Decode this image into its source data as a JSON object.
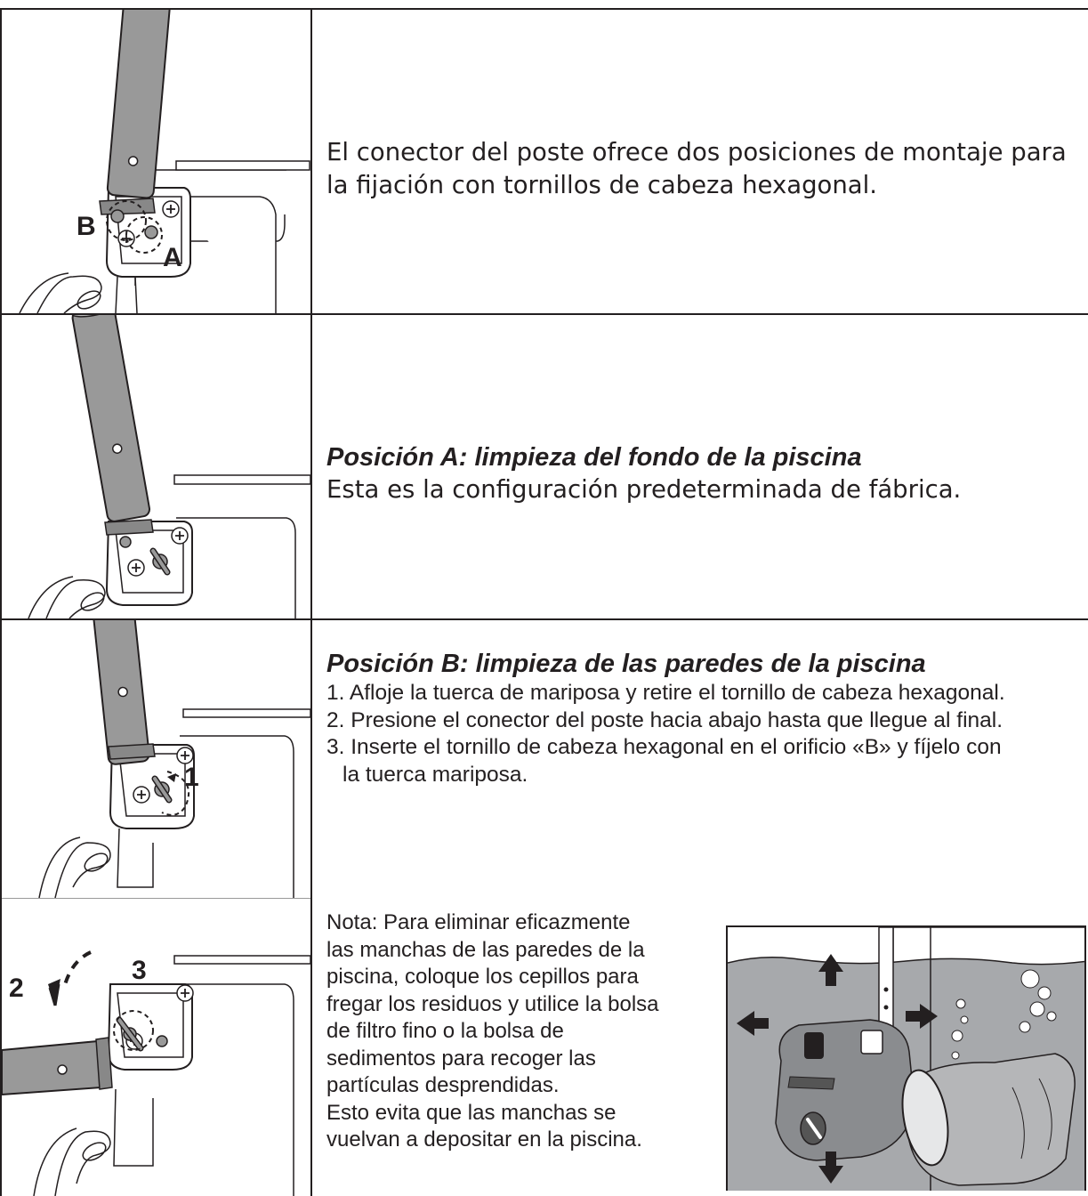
{
  "panel1": {
    "text_line1": "El conector del poste ofrece dos posiciones de montaje para",
    "text_line2": "la fijación con tornillos de cabeza hexagonal.",
    "label_a": "A",
    "label_b": "B"
  },
  "panel2": {
    "heading": "Posición A: limpieza del fondo de la piscina",
    "text": "Esta es la configuración predeterminada de fábrica."
  },
  "panel3": {
    "heading": "Posición B: limpieza de las paredes de la piscina",
    "steps": [
      "1. Afloje la tuerca de mariposa y retire el tornillo de cabeza hexagonal.",
      "2. Presione el conector del poste hacia abajo hasta que llegue al final.",
      "3. Inserte el tornillo de cabeza hexagonal en el orificio «B» y fíjelo con",
      "la tuerca mariposa."
    ],
    "label_1": "1"
  },
  "panel4": {
    "label_2": "2",
    "label_3": "3"
  },
  "note": {
    "lines": [
      "Nota: Para eliminar eficazmente",
      "las manchas de las paredes de la",
      "piscina, coloque los cepillos para",
      "fregar los residuos y utilice la bolsa",
      "de filtro fino o la bolsa de",
      "sedimentos para recoger las",
      "partículas desprendidas.",
      "Esto evita que las manchas se",
      "vuelvan a depositar en la piscina."
    ]
  }
}
